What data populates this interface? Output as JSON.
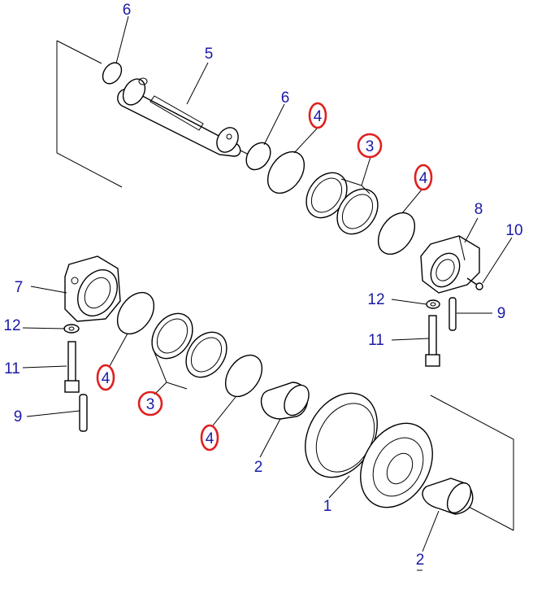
{
  "colors": {
    "label": "#1a1aa6",
    "highlight": "#e02020",
    "line": "#000000",
    "background": "#ffffff"
  },
  "callouts": {
    "c6a": "6",
    "c5": "5",
    "c6b": "6",
    "c4a": "4",
    "c3a": "3",
    "c4b": "4",
    "c8": "8",
    "c10": "10",
    "c7": "7",
    "c12a": "12",
    "c11a": "11",
    "c9a": "9",
    "c4c": "4",
    "c3b": "3",
    "c4d": "4",
    "c2a": "2",
    "c1": "1",
    "c2b": "2",
    "c12b": "12",
    "c11b": "11",
    "c9b": "9"
  }
}
